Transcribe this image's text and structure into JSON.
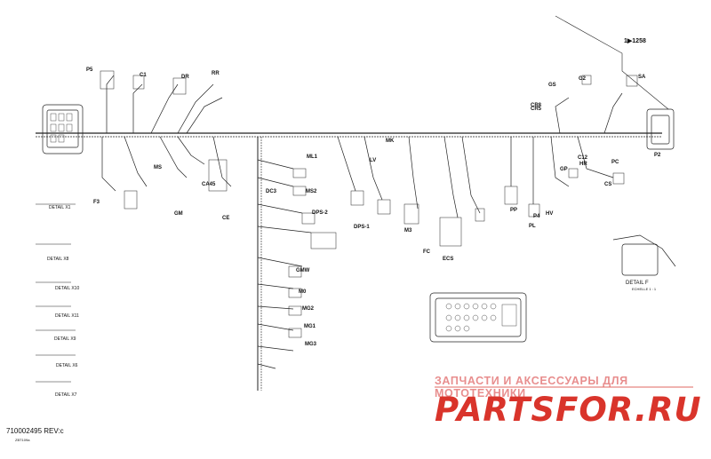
{
  "part_number": "1▶1258",
  "document_number": "710002495 REV:c",
  "document_sub": "ZBT109a",
  "watermark": {
    "top": "ЗАПЧАСТИ И АКСЕССУАРЫ ДЛЯ МОТОТЕХНИКИ",
    "logo": "PARTSFOR.RU"
  },
  "detail_f": {
    "title": "DETAIL F",
    "scale": "ECHELLE 1 : 1"
  },
  "details": [
    {
      "id": "detail-x1",
      "label": "DETAIL X1"
    },
    {
      "id": "detail-x8",
      "label": "DETAIL X8"
    },
    {
      "id": "detail-x10",
      "label": "DETAIL X10"
    },
    {
      "id": "detail-x11",
      "label": "DETAIL X11"
    },
    {
      "id": "detail-x9",
      "label": "DETAIL X9"
    },
    {
      "id": "detail-x6",
      "label": "DETAIL X6"
    },
    {
      "id": "detail-x7",
      "label": "DETAIL X7"
    }
  ],
  "connectors": {
    "p5": "P5",
    "c1": "C1",
    "dr": "DR",
    "rr": "RR",
    "f3": "F3",
    "ms": "MS",
    "gm": "GM",
    "ca45": "CA45",
    "dc3": "DC3",
    "ml1": "ML1",
    "ms2": "MS2",
    "lv": "LV",
    "dps1": "DPS-1",
    "dps2": "DPS-2",
    "m3": "M3",
    "ecs": "ECS",
    "gmw": "GMW",
    "m0": "M0",
    "mg2": "MG2",
    "mg1": "MG1",
    "mg3": "MG3",
    "cr5": "CR5",
    "pp": "PP",
    "hv": "HV",
    "gp": "GP",
    "hr": "HR",
    "pc": "PC",
    "p2": "P2",
    "p4": "P4",
    "fc": "FC",
    "pl": "PL",
    "g2": "G2",
    "cr8": "CR8",
    "c12": "C12",
    "ce": "CE",
    "cs": "CS",
    "gs": "GS",
    "sa": "SA",
    "mk": "MK"
  }
}
